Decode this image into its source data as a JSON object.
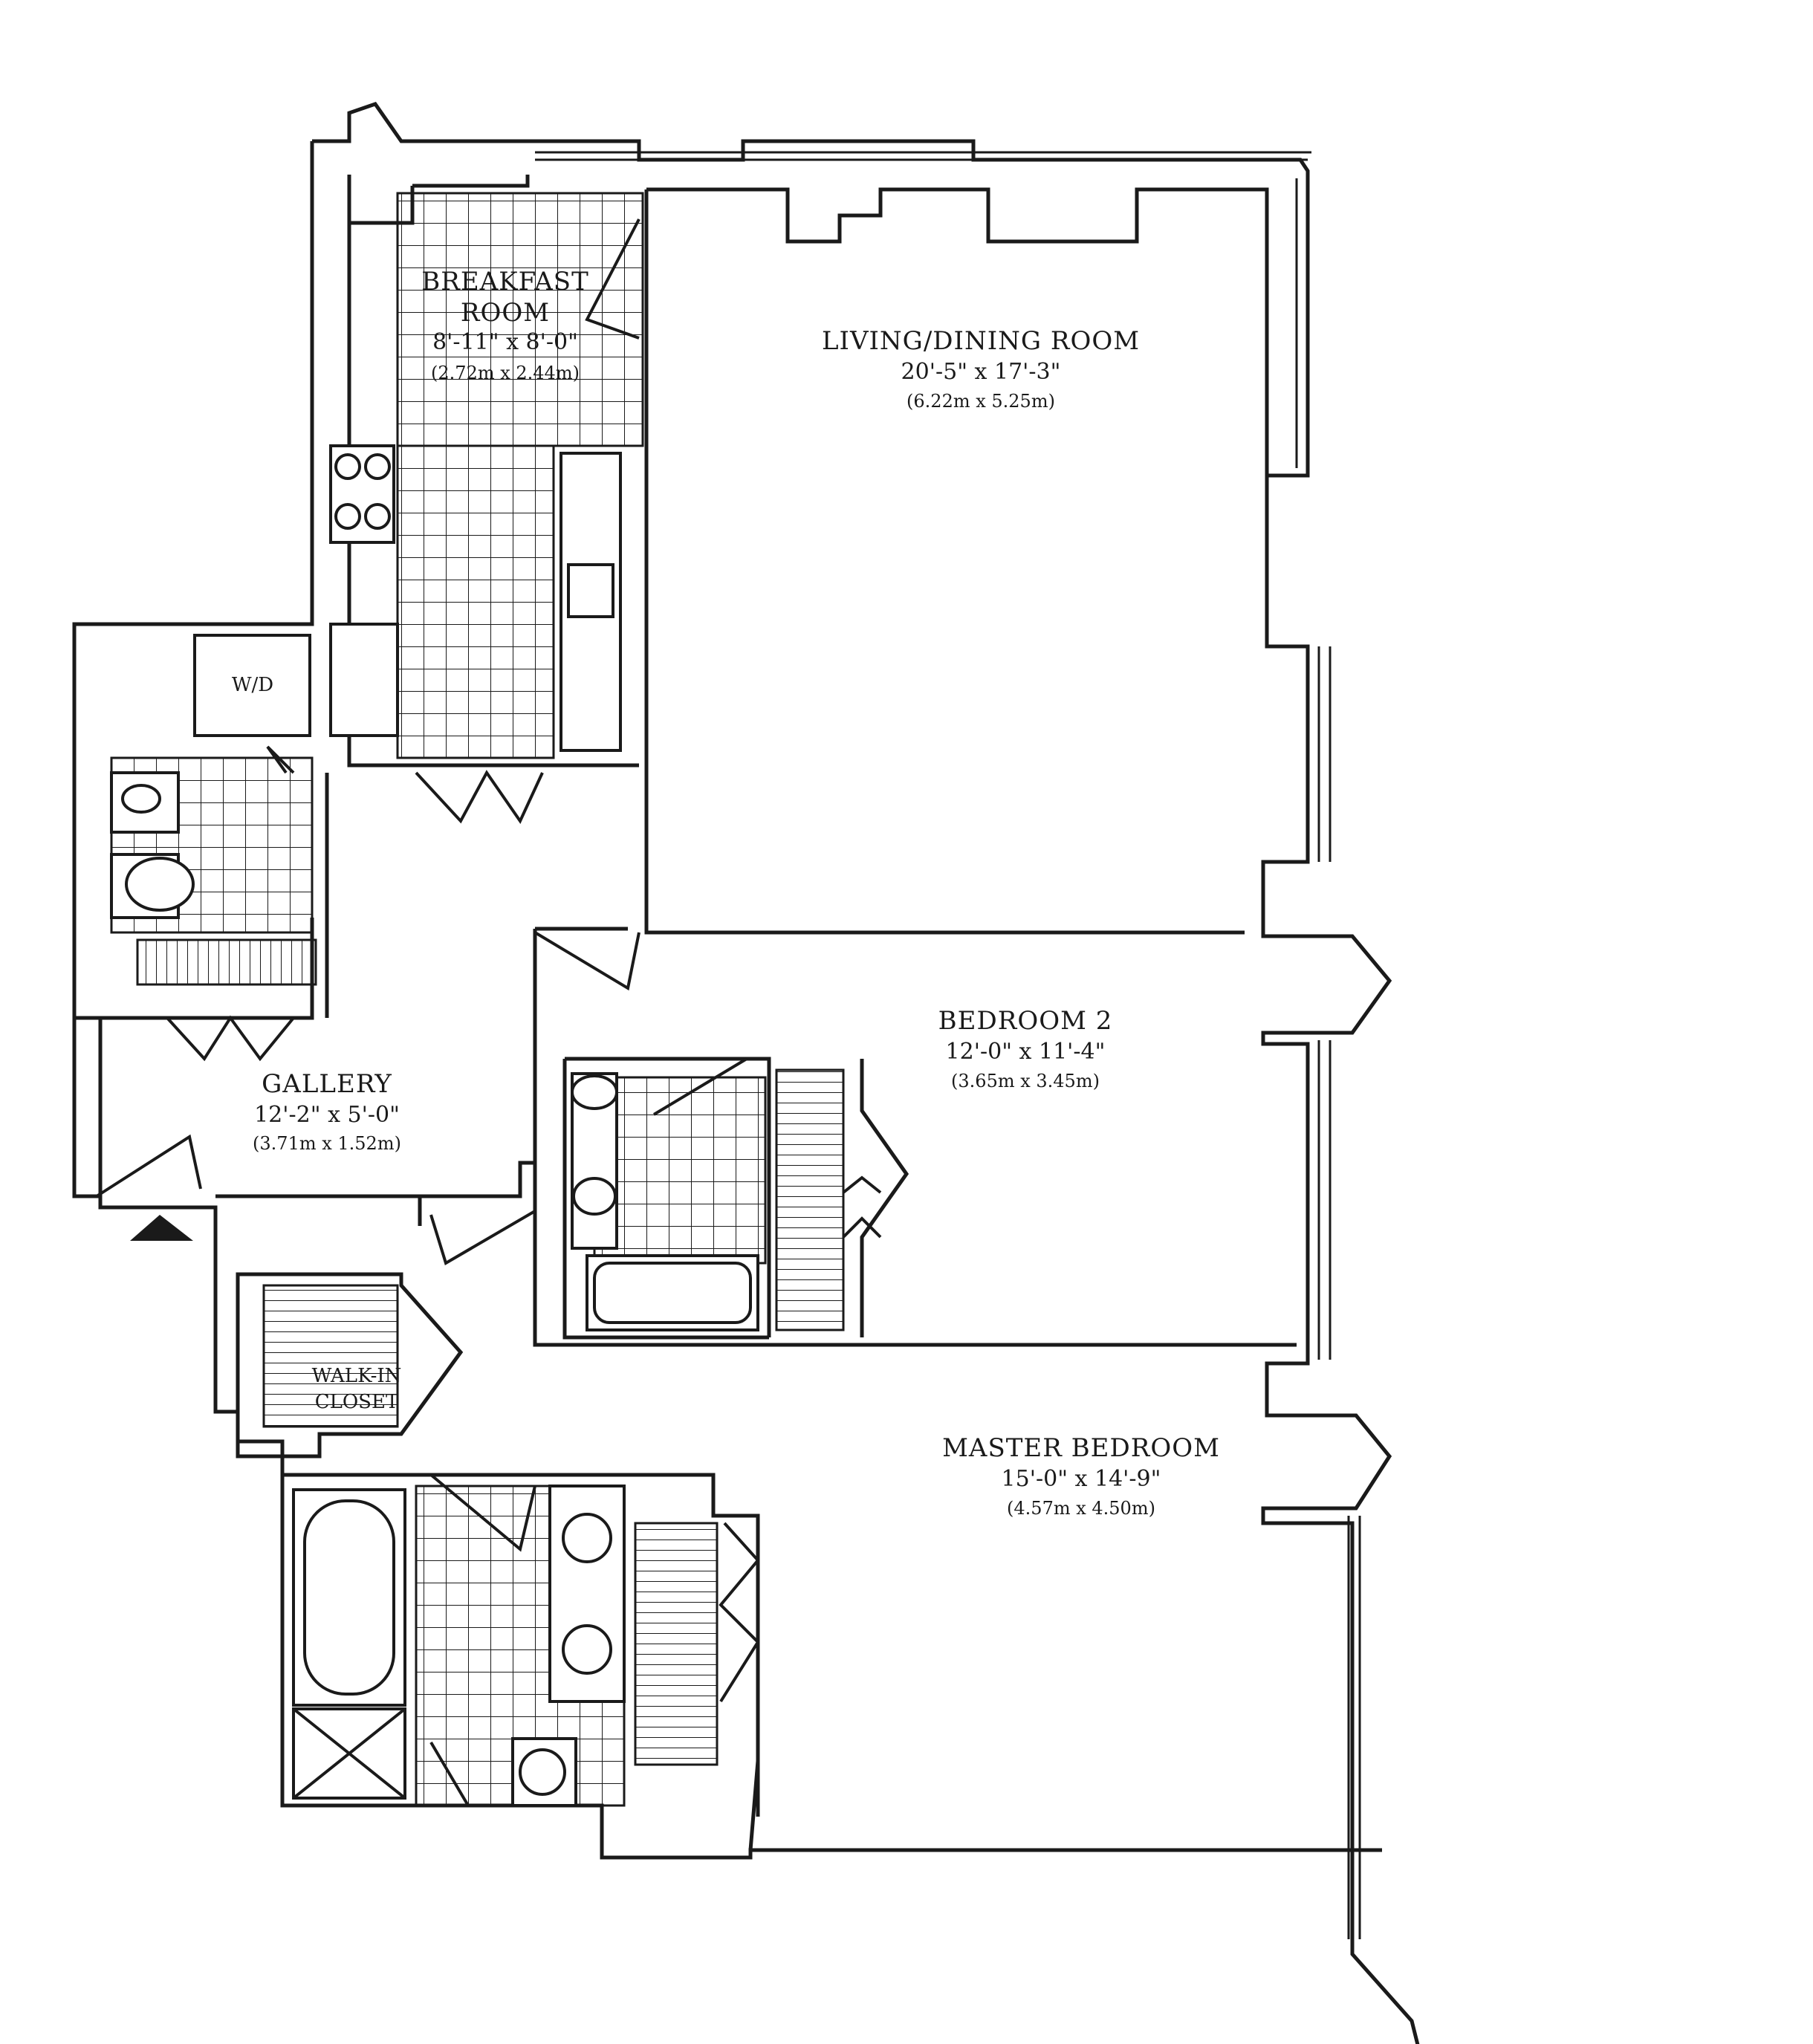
{
  "colors": {
    "ink": "#1a1a1a",
    "paper": "#ffffff"
  },
  "rooms": {
    "breakfast": {
      "name_line1": "BREAKFAST",
      "name_line2": "ROOM",
      "imperial": "8'-11\" x 8'-0\"",
      "metric": "(2.72m x 2.44m)"
    },
    "living": {
      "name": "LIVING/DINING ROOM",
      "imperial": "20'-5\" x 17'-3\"",
      "metric": "(6.22m x 5.25m)"
    },
    "washer": {
      "name": "W/D"
    },
    "bedroom2": {
      "name": "BEDROOM 2",
      "imperial": "12'-0\" x 11'-4\"",
      "metric": "(3.65m x 3.45m)"
    },
    "gallery": {
      "name": "GALLERY",
      "imperial": "12'-2\" x 5'-0\"",
      "metric": "(3.71m x 1.52m)"
    },
    "closet": {
      "name_line1": "WALK-IN",
      "name_line2": "CLOSET"
    },
    "master": {
      "name": "MASTER BEDROOM",
      "imperial": "15'-0\" x 14'-9\"",
      "metric": "(4.57m x 4.50m)"
    }
  },
  "icons": {
    "entry": "entry-arrow-icon"
  }
}
